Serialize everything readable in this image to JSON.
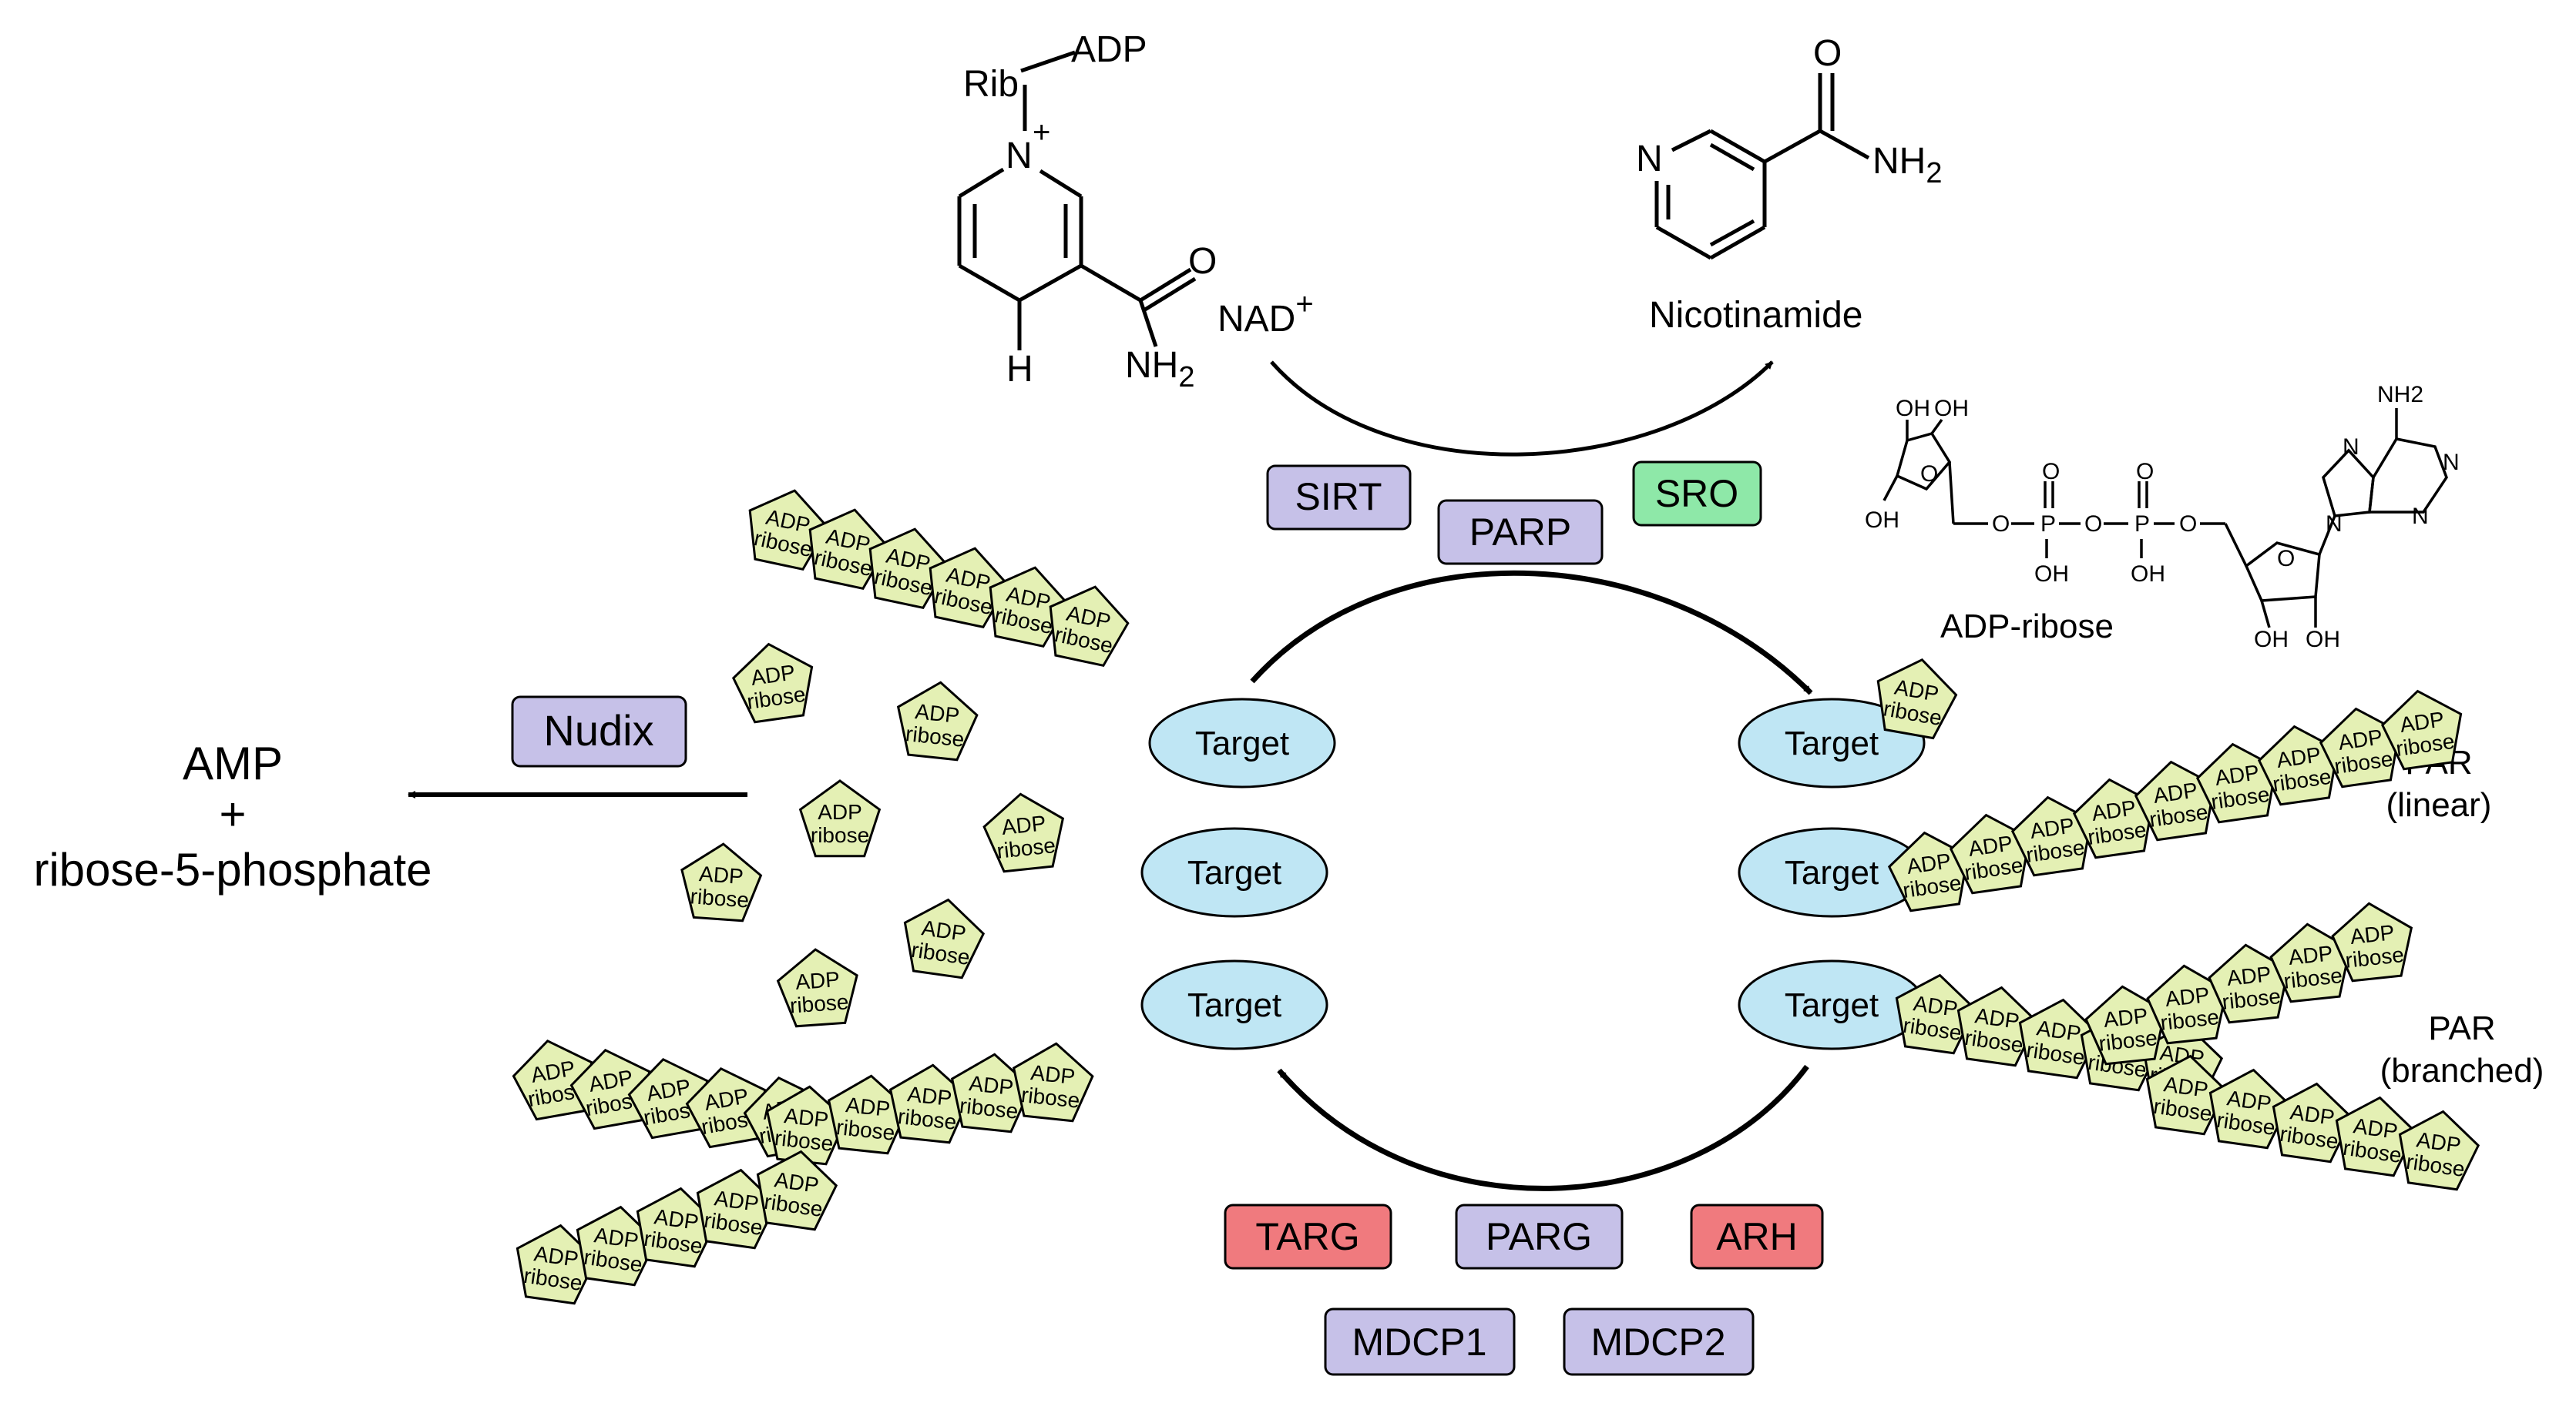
{
  "nad": {
    "rib": "Rib",
    "adp": "ADP",
    "n": "N",
    "plus": "+",
    "h": "H",
    "o": "O",
    "nh2_main": "NH",
    "nh2_sub": "2",
    "label_main": "NAD",
    "label_sup": "+"
  },
  "nicotinamide": {
    "n": "N",
    "o": "O",
    "nh2_main": "NH",
    "nh2_sub": "2",
    "label": "Nicotinamide"
  },
  "adp_ribose_structure": {
    "oh": "OH",
    "o": "O",
    "p": "P",
    "n": "N",
    "nh2": "NH2",
    "label": "ADP-ribose"
  },
  "enzymes": {
    "sirt": {
      "label": "SIRT",
      "color": "#c6c1e8"
    },
    "parp": {
      "label": "PARP",
      "color": "#c6c1e8"
    },
    "sro": {
      "label": "SRO",
      "color": "#8ee8a8"
    },
    "nudix": {
      "label": "Nudix",
      "color": "#c6c1e8"
    },
    "targ": {
      "label": "TARG",
      "color": "#f07a7e"
    },
    "parg": {
      "label": "PARG",
      "color": "#c6c1e8"
    },
    "arh": {
      "label": "ARH",
      "color": "#f07a7e"
    },
    "mdcp1": {
      "label": "MDCP1",
      "color": "#c6c1e8"
    },
    "mdcp2": {
      "label": "MDCP2",
      "color": "#c6c1e8"
    }
  },
  "products": {
    "amp": "AMP",
    "plus": "+",
    "r5p": "ribose-5-phosphate"
  },
  "target_label": "Target",
  "unit": {
    "line1": "ADP",
    "line2": "ribose"
  },
  "unit_color": "#e4f0b4",
  "target_color": "#bfe6f4",
  "par_linear": {
    "line1": "PAR",
    "line2": "(linear)"
  },
  "par_branched": {
    "line1": "PAR",
    "line2": "(branched)"
  }
}
